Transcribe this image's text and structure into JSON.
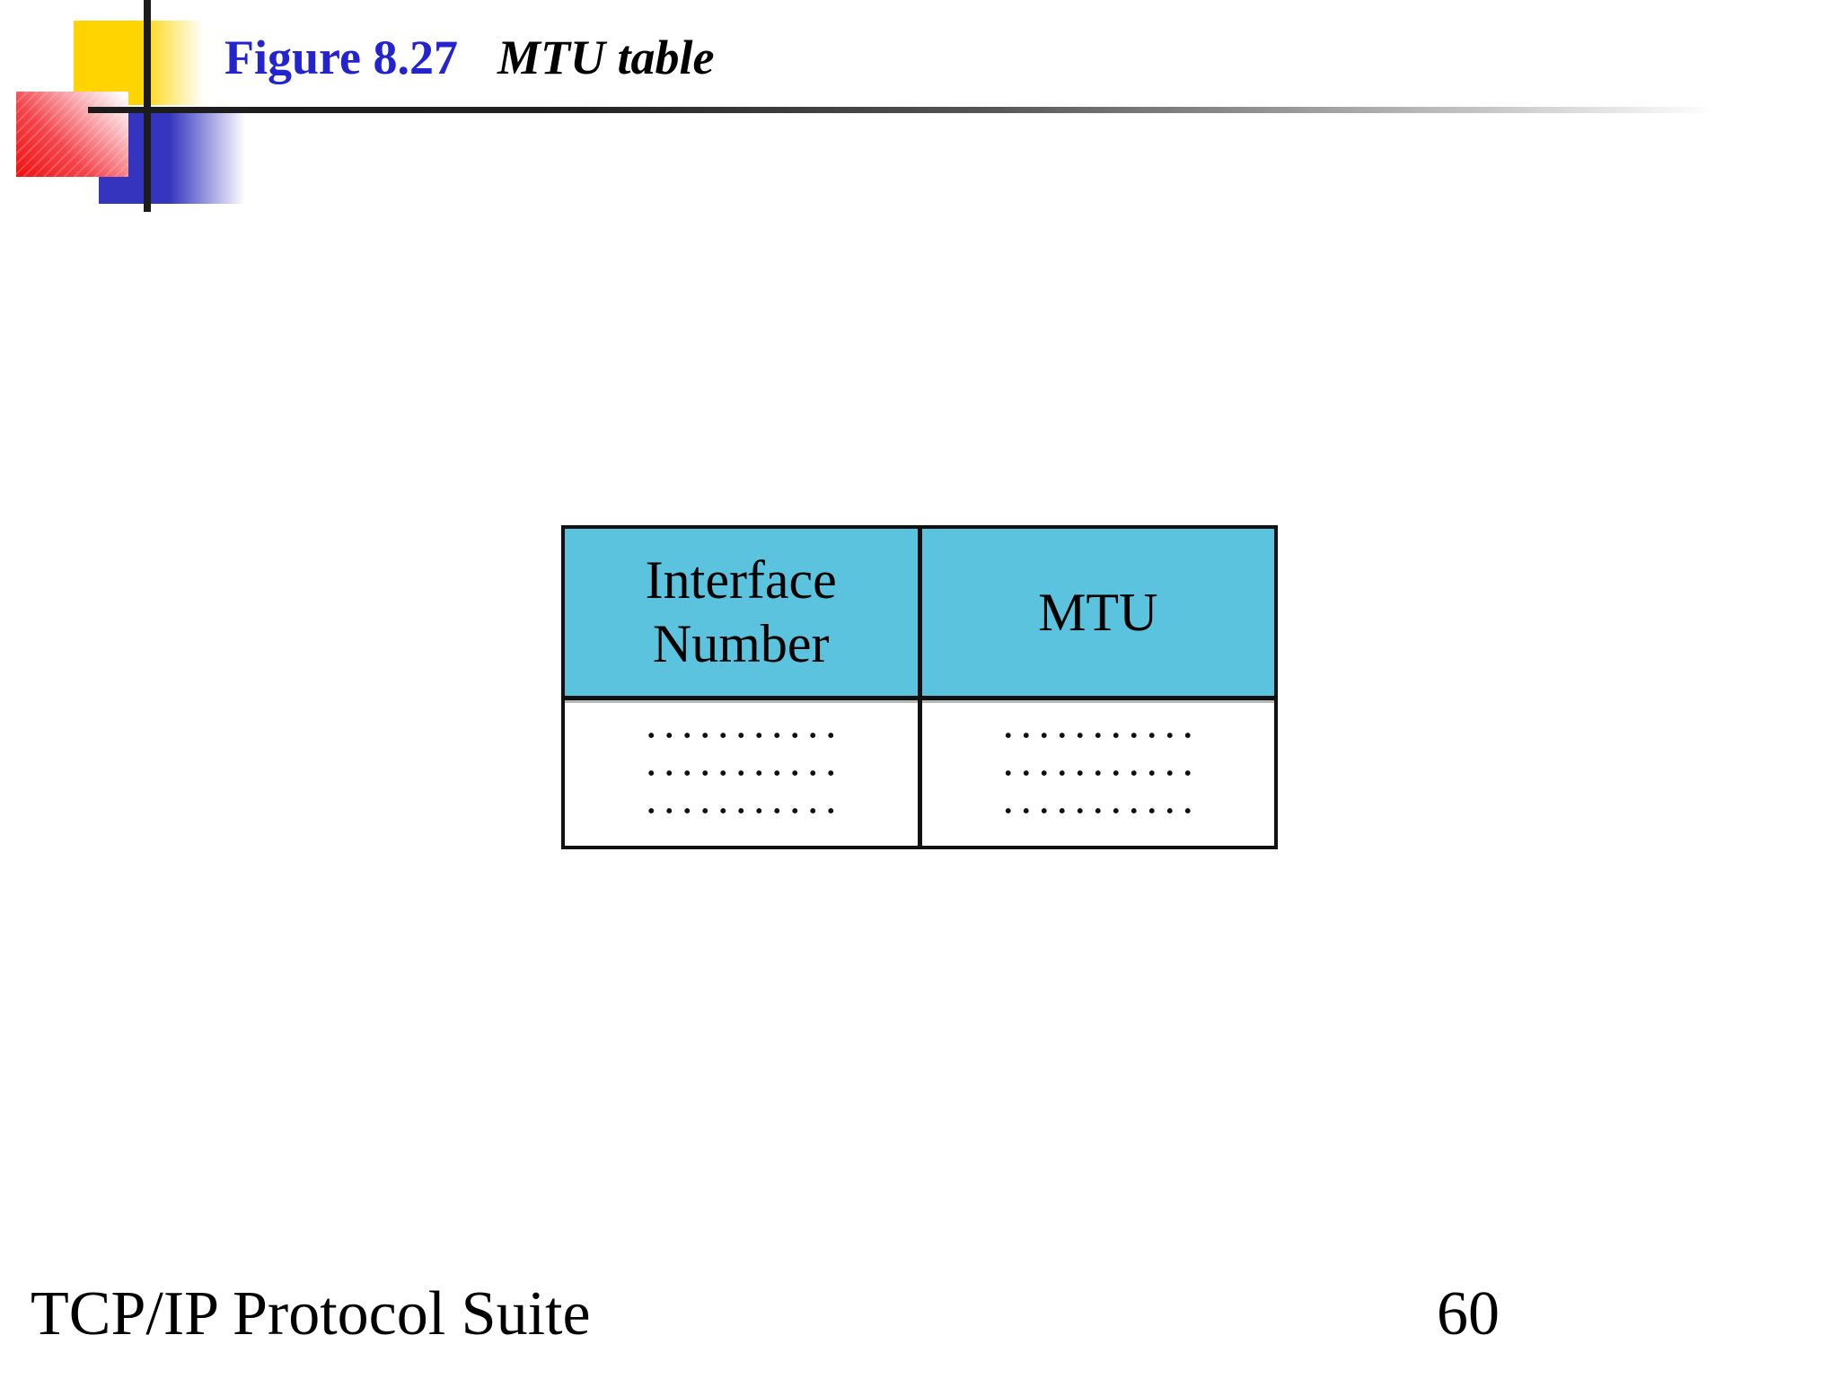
{
  "slide": {
    "figure_label": "Figure 8.27",
    "figure_title": "MTU table",
    "footer": {
      "left": "TCP/IP Protocol Suite",
      "page_number": "60"
    },
    "colors": {
      "figure_label_blue": "#2323D0",
      "table_header_fill": "#5BC3DD",
      "table_border": "#111111",
      "decor_yellow": "#FFD400",
      "decor_red": "#EE1111",
      "decor_blue": "#3434BE"
    }
  },
  "mtu_table": {
    "columns": [
      {
        "header": "Interface\nNumber"
      },
      {
        "header": "MTU"
      }
    ],
    "rows": [
      {
        "interface_number": "···········",
        "mtu": "···········"
      },
      {
        "interface_number": "···········",
        "mtu": "···········"
      },
      {
        "interface_number": "···········",
        "mtu": "···········"
      }
    ]
  }
}
